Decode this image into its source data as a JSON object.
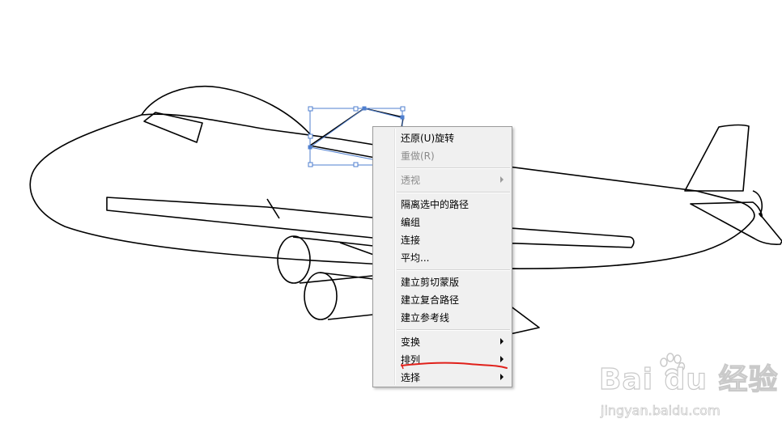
{
  "context_menu": {
    "items": [
      {
        "label": "还原(U)旋转",
        "enabled": true,
        "submenu": false
      },
      {
        "label": "重做(R)",
        "enabled": false,
        "submenu": false
      },
      {
        "label": "透视",
        "enabled": false,
        "submenu": true
      },
      {
        "label": "隔离选中的路径",
        "enabled": true,
        "submenu": false
      },
      {
        "label": "编组",
        "enabled": true,
        "submenu": false
      },
      {
        "label": "连接",
        "enabled": true,
        "submenu": false
      },
      {
        "label": "平均...",
        "enabled": true,
        "submenu": false
      },
      {
        "label": "建立剪切蒙版",
        "enabled": true,
        "submenu": false
      },
      {
        "label": "建立复合路径",
        "enabled": true,
        "submenu": false
      },
      {
        "label": "建立参考线",
        "enabled": true,
        "submenu": false
      },
      {
        "label": "变换",
        "enabled": true,
        "submenu": true
      },
      {
        "label": "排列",
        "enabled": true,
        "submenu": true
      },
      {
        "label": "选择",
        "enabled": true,
        "submenu": true
      }
    ]
  },
  "watermark": {
    "brand": "Bai du 经验",
    "url": "jingyan.baidu.com"
  },
  "colors": {
    "selection": "#4f7fcf",
    "annotation": "#e0201a",
    "outline": "#000000"
  },
  "icons": [
    "submenu-arrow-icon",
    "baidu-paw-icon"
  ]
}
